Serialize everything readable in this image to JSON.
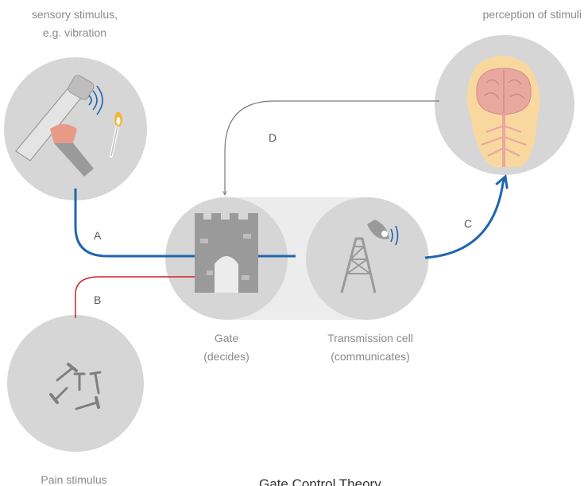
{
  "labels": {
    "sensory_line1": "sensory stimulus,",
    "sensory_line2": "e.g. vibration",
    "perception": "perception of stimuli",
    "gate_line1": "Gate",
    "gate_line2": "(decides)",
    "transmission_line1": "Transmission cell",
    "transmission_line2": "(communicates)",
    "pain": "Pain stimulus",
    "footer_title": "Gate Control Theory"
  },
  "connectors": {
    "a": "A",
    "b": "B",
    "c": "C",
    "d": "D"
  },
  "colors": {
    "circle": "#d6d6d6",
    "capsule": "#ececec",
    "blue": "#1f66b0",
    "red": "#d0202a",
    "gray_line": "#7a7a7a",
    "icon": "#8c8c8c",
    "brain_skin": "#f9d8a0",
    "brain": "#e8a8a0",
    "salmon": "#e89a86"
  },
  "icons": {
    "sensory": "vibration-device-icon",
    "perception": "brain-nervous-system-icon",
    "gate": "castle-gate-icon",
    "transmission": "transmission-tower-icon",
    "pain": "nails-icon"
  }
}
